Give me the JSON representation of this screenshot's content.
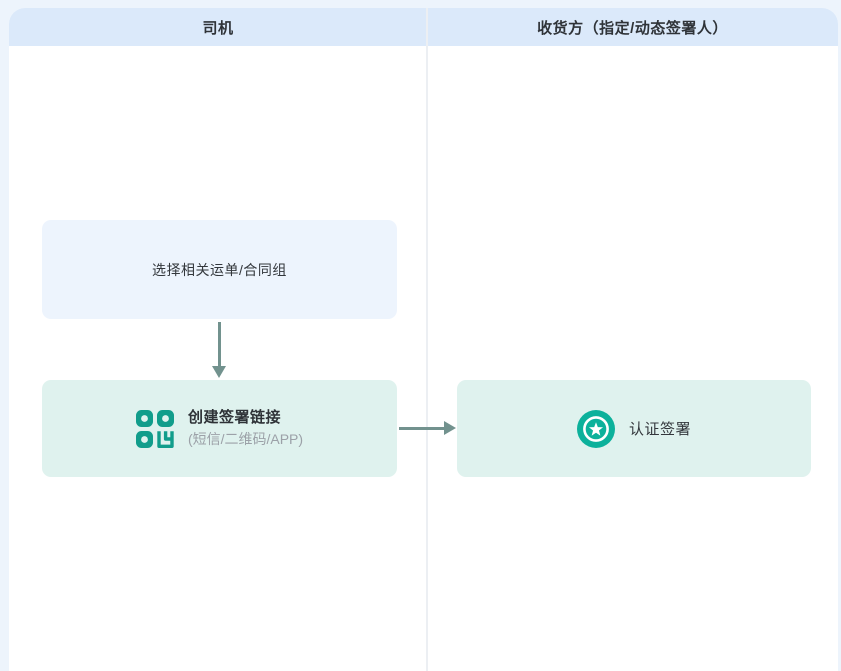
{
  "colors": {
    "page_bg": "#EDF4FC",
    "panel_bg": "#FFFFFF",
    "header_bg": "#DBE9FA",
    "divider": "#ECEFF3",
    "select_box_bg": "#EDF4FD",
    "green_box_bg": "#DFF2EE",
    "arrow": "#72928E",
    "qr_icon": "#119D8B",
    "badge_icon": "#0CB19B"
  },
  "lanes": [
    {
      "title": "司机"
    },
    {
      "title": "收货方（指定/动态签署人）"
    }
  ],
  "flow": {
    "select_box": {
      "label": "选择相关运单/合同组"
    },
    "create_link_box": {
      "title": "创建签署链接",
      "subtitle": "(短信/二维码/APP)",
      "icon": "qr-code-icon"
    },
    "sign_box": {
      "label": "认证签署",
      "icon": "certified-badge-icon"
    }
  }
}
